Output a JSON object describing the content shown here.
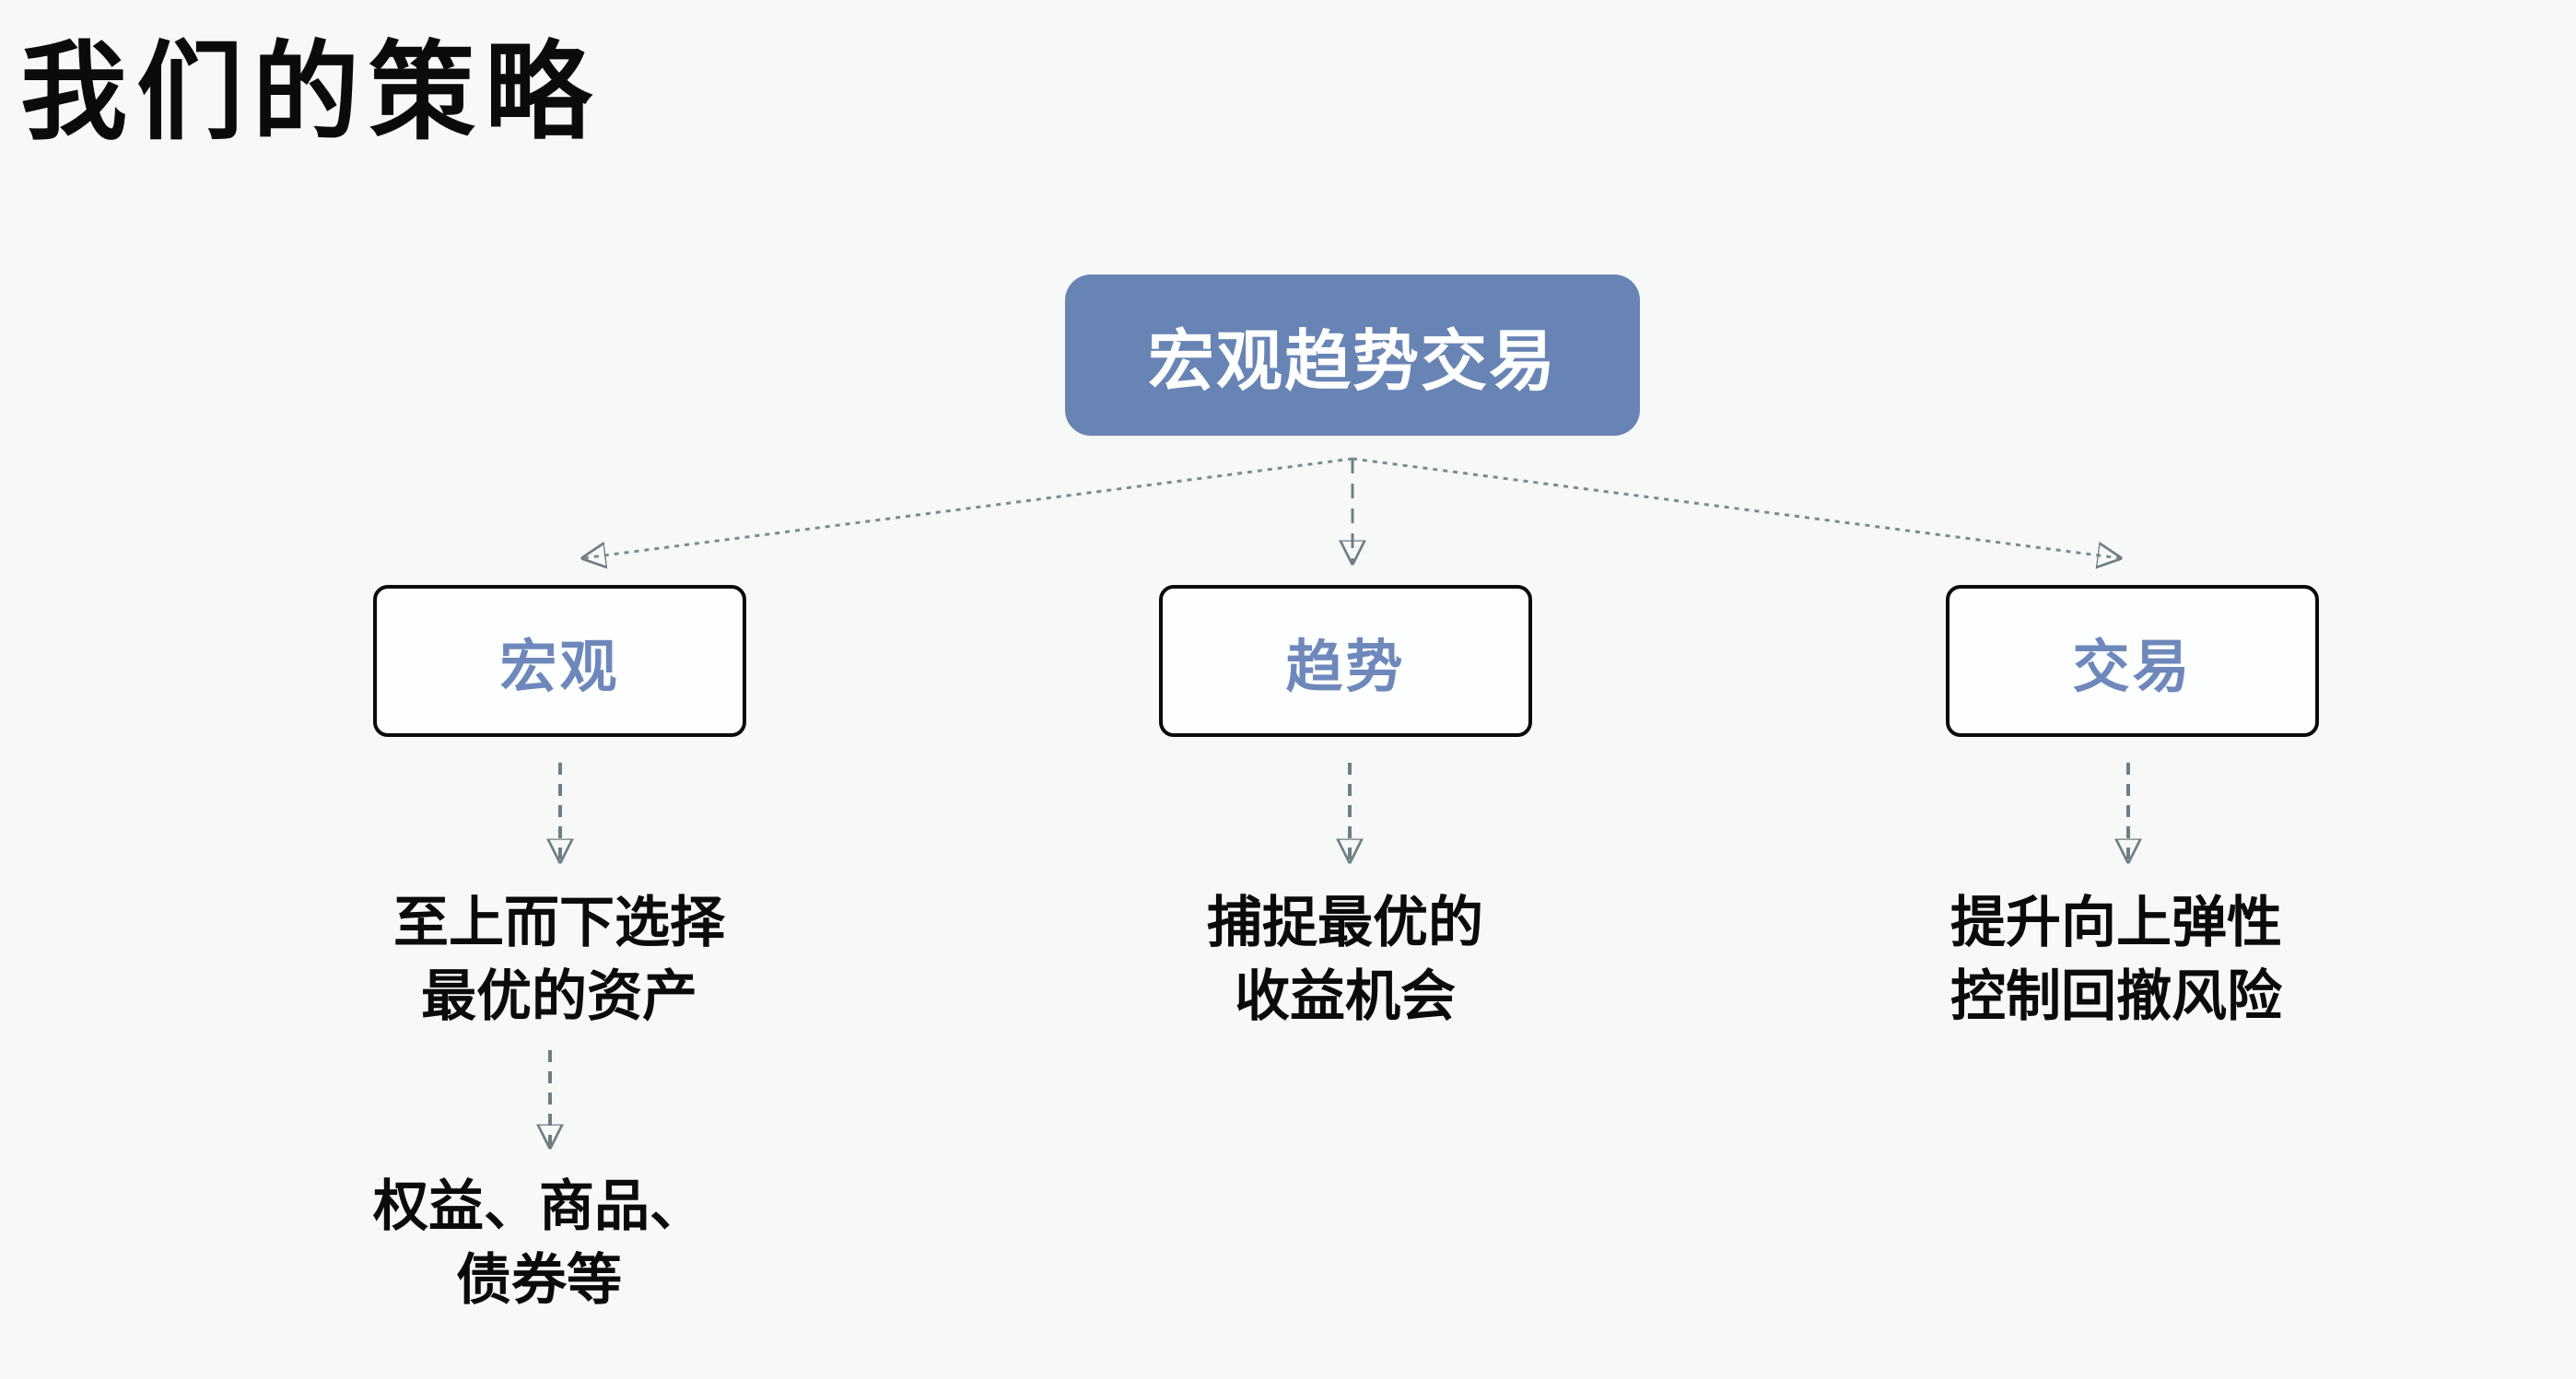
{
  "slide": {
    "title": "我们的策略"
  },
  "diagram": {
    "root": {
      "label": "宏观趋势交易"
    },
    "branches": [
      {
        "label": "宏观",
        "description": [
          "至上而下选择",
          "最优的资产"
        ],
        "detail": [
          "权益、商品、",
          "债券等"
        ]
      },
      {
        "label": "趋势",
        "description": [
          "捕捉最优的",
          "收益机会"
        ]
      },
      {
        "label": "交易",
        "description": [
          "提升向上弹性",
          "控制回撤风险"
        ]
      }
    ]
  },
  "colors": {
    "background": "#F7F9F8",
    "root_fill": "#6884B5",
    "root_text": "#FFFFFF",
    "branch_text": "#6F88BB",
    "branch_border": "#0A0A0A",
    "connector_dash": "#6F7E84",
    "connector_dot": "#7C8A8F",
    "arrowhead": "#75848B",
    "body_text": "#0B0B0B"
  }
}
